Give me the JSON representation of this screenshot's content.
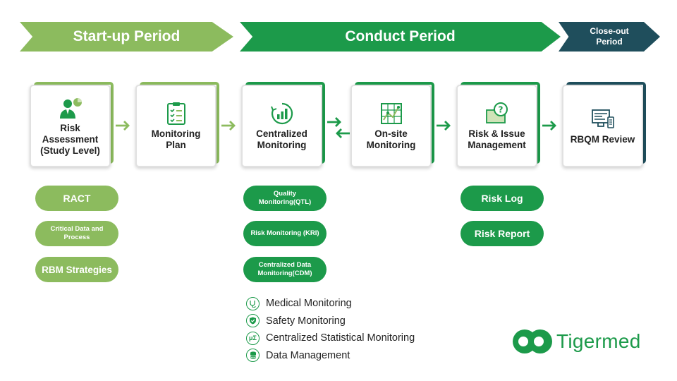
{
  "colors": {
    "light_green": "#8cbb5e",
    "dark_green": "#1c9a4a",
    "teal": "#1f4e5c"
  },
  "phases": {
    "startup": "Start-up Period",
    "conduct": "Conduct Period",
    "closeout": "Close-out Period"
  },
  "steps": [
    {
      "label": "Risk Assessment (Study Level)",
      "icon": "person-chart-icon"
    },
    {
      "label": "Monitoring Plan",
      "icon": "checklist-icon"
    },
    {
      "label": "Centralized Monitoring",
      "icon": "bar-chart-circle-icon"
    },
    {
      "label": "On-site Monitoring",
      "icon": "map-grid-icon"
    },
    {
      "label": "Risk & Issue Management",
      "icon": "folder-question-icon"
    },
    {
      "label": "RBQM Review",
      "icon": "dashboard-screens-icon"
    }
  ],
  "startup_items": [
    "RACT",
    "Critical Data and Process",
    "RBM Strategies"
  ],
  "central_items": [
    "Quality Monitoring(QTL)",
    "Risk Monitoring (KRI)",
    "Centralized Data Monitoring(CDM)"
  ],
  "risk_items": [
    "Risk Log",
    "Risk Report"
  ],
  "monitoring_types": [
    {
      "label": "Medical Monitoring",
      "icon": "stethoscope-icon"
    },
    {
      "label": "Safety Monitoring",
      "icon": "shield-check-icon"
    },
    {
      "label": "Centralized Statistical Monitoring",
      "icon": "mu-sigma-icon",
      "glyph": "μΣ"
    },
    {
      "label": "Data Management",
      "icon": "database-icon"
    }
  ],
  "logo": {
    "text": "Tigermed"
  }
}
